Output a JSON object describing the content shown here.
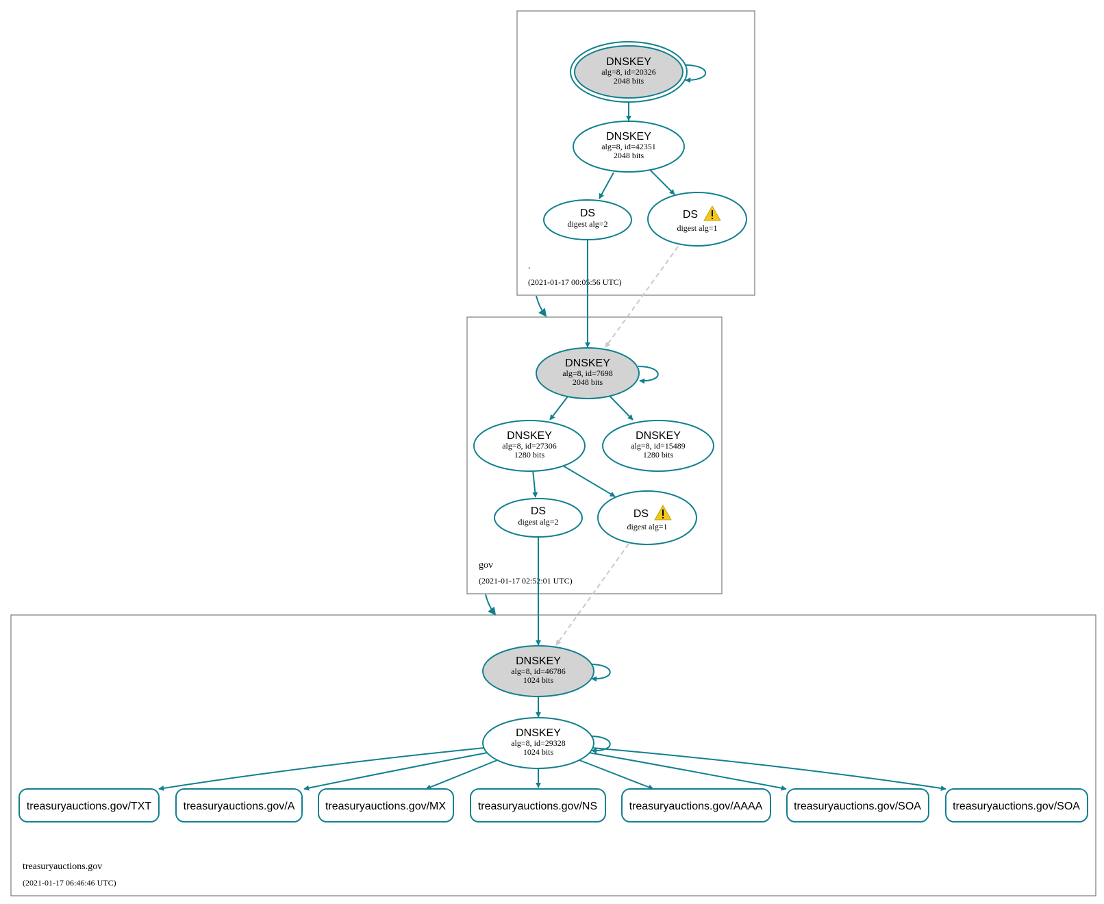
{
  "zones": {
    "root": {
      "name": ".",
      "timestamp": "(2021-01-17 00:05:56 UTC)"
    },
    "gov": {
      "name": "gov",
      "timestamp": "(2021-01-17 02:52:01 UTC)"
    },
    "treasury": {
      "name": "treasuryauctions.gov",
      "timestamp": "(2021-01-17 06:46:46 UTC)"
    }
  },
  "nodes": {
    "root_ksk": {
      "type": "DNSKEY",
      "line1": "alg=8, id=20326",
      "line2": "2048 bits"
    },
    "root_zsk": {
      "type": "DNSKEY",
      "line1": "alg=8, id=42351",
      "line2": "2048 bits"
    },
    "root_ds2": {
      "type": "DS",
      "line1": "digest alg=2"
    },
    "root_ds1": {
      "type": "DS",
      "line1": "digest alg=1",
      "icon": "warning-icon"
    },
    "gov_ksk": {
      "type": "DNSKEY",
      "line1": "alg=8, id=7698",
      "line2": "2048 bits"
    },
    "gov_zsk1": {
      "type": "DNSKEY",
      "line1": "alg=8, id=27306",
      "line2": "1280 bits"
    },
    "gov_zsk2": {
      "type": "DNSKEY",
      "line1": "alg=8, id=15489",
      "line2": "1280 bits"
    },
    "gov_ds2": {
      "type": "DS",
      "line1": "digest alg=2"
    },
    "gov_ds1": {
      "type": "DS",
      "line1": "digest alg=1",
      "icon": "warning-icon"
    },
    "tr_ksk": {
      "type": "DNSKEY",
      "line1": "alg=8, id=46786",
      "line2": "1024 bits"
    },
    "tr_zsk": {
      "type": "DNSKEY",
      "line1": "alg=8, id=29328",
      "line2": "1024 bits"
    }
  },
  "rrsets": [
    "treasuryauctions.gov/TXT",
    "treasuryauctions.gov/A",
    "treasuryauctions.gov/MX",
    "treasuryauctions.gov/NS",
    "treasuryauctions.gov/AAAA",
    "treasuryauctions.gov/SOA",
    "treasuryauctions.gov/SOA"
  ],
  "colors": {
    "edge": "#11808f",
    "insecure_edge": "#c8c8c8",
    "sep_fill": "#d3d3d3",
    "warning": "#f2c81e"
  }
}
